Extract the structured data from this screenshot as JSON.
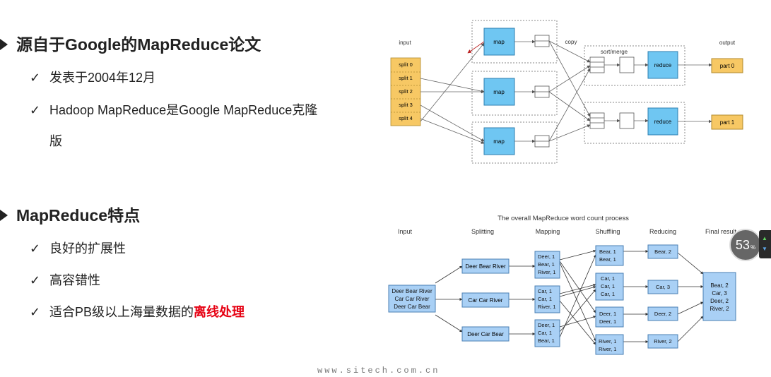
{
  "section1": {
    "heading": "源自于Google的MapReduce论文",
    "bullets": [
      "发表于2004年12月",
      "Hadoop MapReduce是Google MapReduce克隆",
      "版"
    ]
  },
  "section2": {
    "heading": "MapReduce特点",
    "bullets": [
      "良好的扩展性",
      "高容错性"
    ],
    "bullet3_prefix": "适合PB级以上海量数据的",
    "bullet3_highlight": "离线处理"
  },
  "colors": {
    "highlight": "#e60012",
    "blue_box": "#6fc6f2",
    "split_box": "#f7c864",
    "wc_box": "#a9d0f5"
  },
  "diagram1": {
    "label_input": "input",
    "label_copy": "copy",
    "label_sortmerge": "sort/merge",
    "label_output": "output",
    "splits": [
      "split 0",
      "split 1",
      "split 2",
      "split 3",
      "split 4"
    ],
    "map_label": "map",
    "reduce_label": "reduce",
    "parts": [
      "part 0",
      "part 1"
    ]
  },
  "diagram2": {
    "title": "The overall MapReduce word count process",
    "stages": [
      "Input",
      "Splitting",
      "Mapping",
      "Shuffling",
      "Reducing",
      "Final result"
    ],
    "input_lines": [
      "Deer Bear River",
      "Car Car River",
      "Deer Car Bear"
    ],
    "splits": [
      "Deer Bear River",
      "Car Car River",
      "Deer Car Bear"
    ],
    "mapping": [
      [
        "Deer, 1",
        "Bear, 1",
        "River, 1"
      ],
      [
        "Car, 1",
        "Car, 1",
        "River, 1"
      ],
      [
        "Deer, 1",
        "Car, 1",
        "Bear, 1"
      ]
    ],
    "shuffling": [
      [
        "Bear, 1",
        "Bear, 1"
      ],
      [
        "Car, 1",
        "Car, 1",
        "Car, 1"
      ],
      [
        "Deer, 1",
        "Deer, 1"
      ],
      [
        "River, 1",
        "River, 1"
      ]
    ],
    "reducing": [
      "Bear, 2",
      "Car, 3",
      "Deer, 2",
      "River, 2"
    ],
    "final": [
      "Bear, 2",
      "Car, 3",
      "Deer, 2",
      "River, 2"
    ]
  },
  "footer": "www.sitech.com.cn",
  "badge": {
    "value": "53",
    "unit": "%"
  }
}
